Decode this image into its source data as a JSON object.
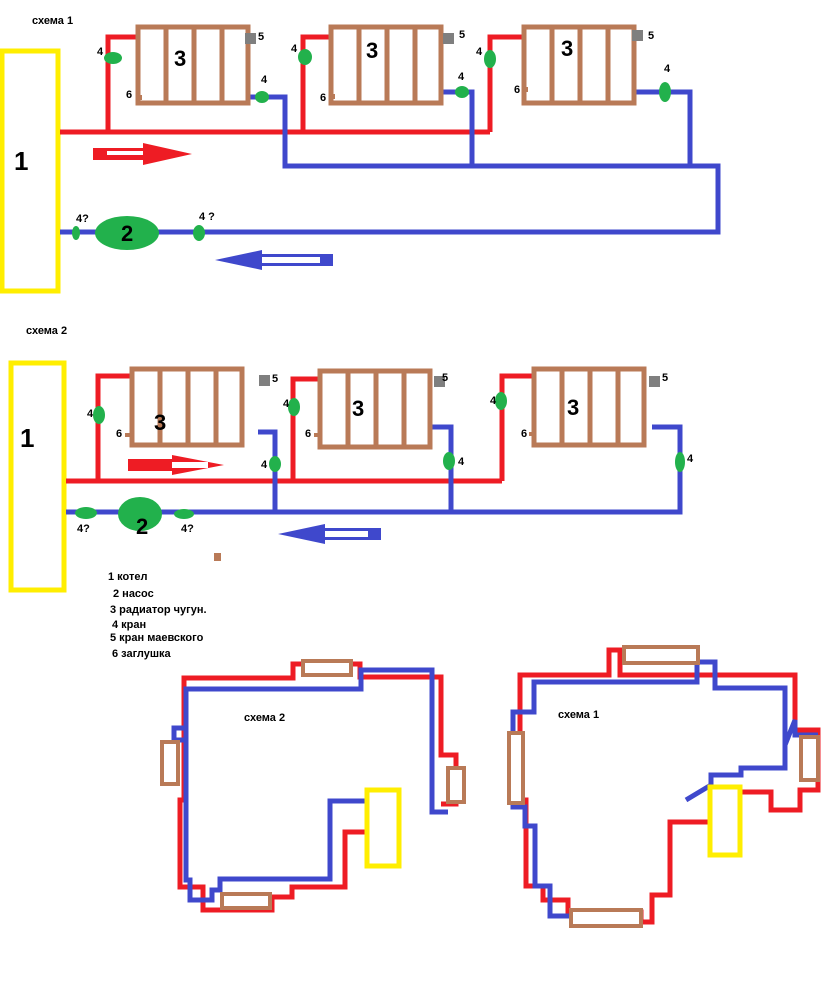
{
  "colors": {
    "supply": "#ee1c24",
    "return": "#3f48cc",
    "radiator": "#b97a57",
    "boiler": "#ffee00",
    "valve": "#22b14c",
    "plug": "#7f7f7f"
  },
  "scheme1": {
    "title": "схема 1",
    "boiler_label": "1",
    "pump_label": "2",
    "radiator_label": "3",
    "valve_label": "4",
    "valve_q_left": "4?",
    "valve_q_right": "4 ?",
    "mayevsky_label": "5",
    "plug_label": "6"
  },
  "scheme2": {
    "title": "схема 2",
    "boiler_label": "1",
    "pump_label": "2",
    "radiator_label": "3",
    "valve_label": "4",
    "valve_q_left": "4?",
    "valve_q_right": "4?",
    "mayevsky_label": "5",
    "plug_label": "6"
  },
  "legend": [
    "1 котел",
    "2 насос",
    "3 радиатор чугун.",
    "4 кран",
    "5 кран маевского",
    "6 заглушка"
  ],
  "floorplans": {
    "left_title": "схема 2",
    "right_title": "схема 1"
  }
}
